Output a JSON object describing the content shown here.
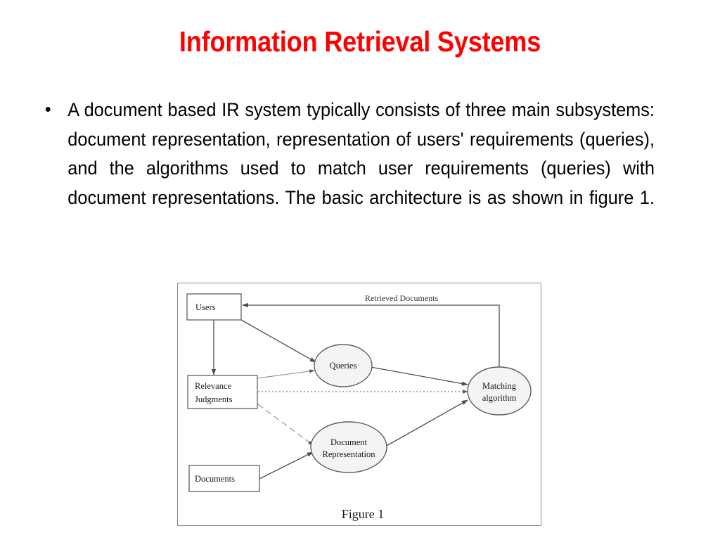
{
  "slide": {
    "title": "Information Retrieval Systems",
    "title_color": "#FF0000",
    "background_color": "#FFFFFF",
    "bullet_marker": "•",
    "body_text": " A document based IR system typically consists of three main subsystems: document representation, representation of users' requirements (queries), and the algorithms used to match user requirements (queries) with document representations. The basic architecture is as shown in figure 1."
  },
  "figure": {
    "caption": "Figure 1",
    "nodes": {
      "users": "Users",
      "relevance_judgments_line1": "Relevance",
      "relevance_judgments_line2": "Judgments",
      "documents": "Documents",
      "queries": "Queries",
      "document_representation_line1": "Document",
      "document_representation_line2": "Representation",
      "matching_algorithm_line1": "Matching",
      "matching_algorithm_line2": "algorithm"
    },
    "edge_labels": {
      "retrieved_documents": "Retrieved Documents"
    }
  }
}
